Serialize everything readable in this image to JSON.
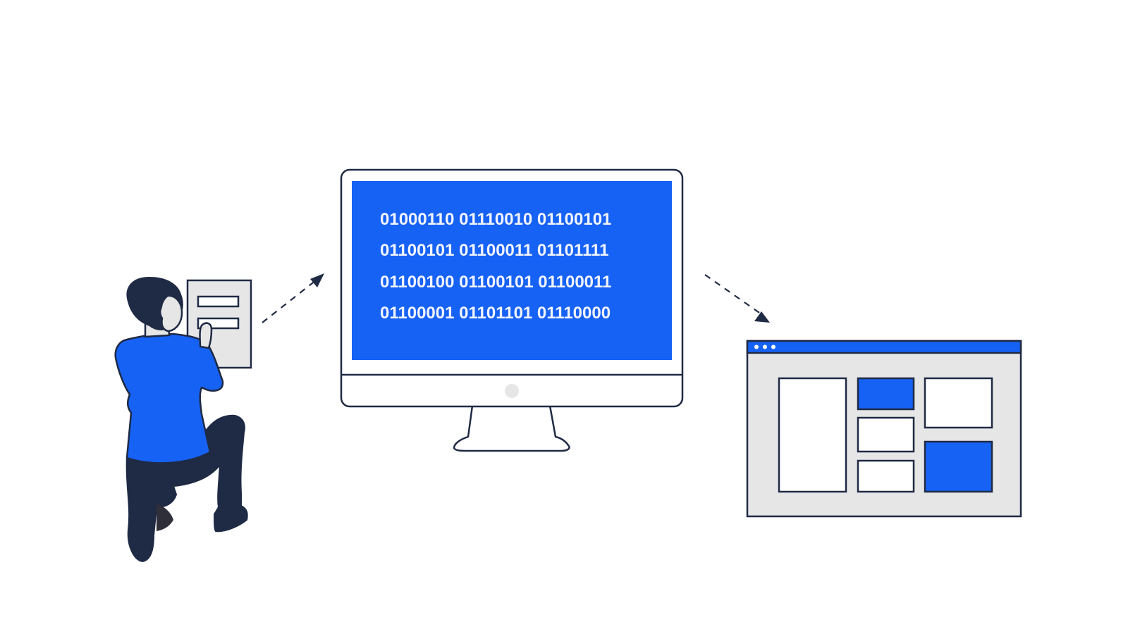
{
  "colors": {
    "accent": "#1662f5",
    "outline": "#1f2a44",
    "panel_gray": "#e6e6e6",
    "background": "#ffffff",
    "screen_text": "#f2f4ff"
  },
  "monitor": {
    "binary_lines": [
      "01000110 01110010 01100101",
      "01100101 01100011 01101111",
      "01100100 01100101 01100011",
      "01100001 01101101 01110000"
    ]
  },
  "icons": {
    "person": "person-kneeling-icon",
    "form": "form-card-icon",
    "arrow_in": "dashed-arrow-up-right-icon",
    "arrow_out": "dashed-arrow-down-right-icon",
    "monitor": "desktop-monitor-icon",
    "browser": "browser-window-icon"
  }
}
